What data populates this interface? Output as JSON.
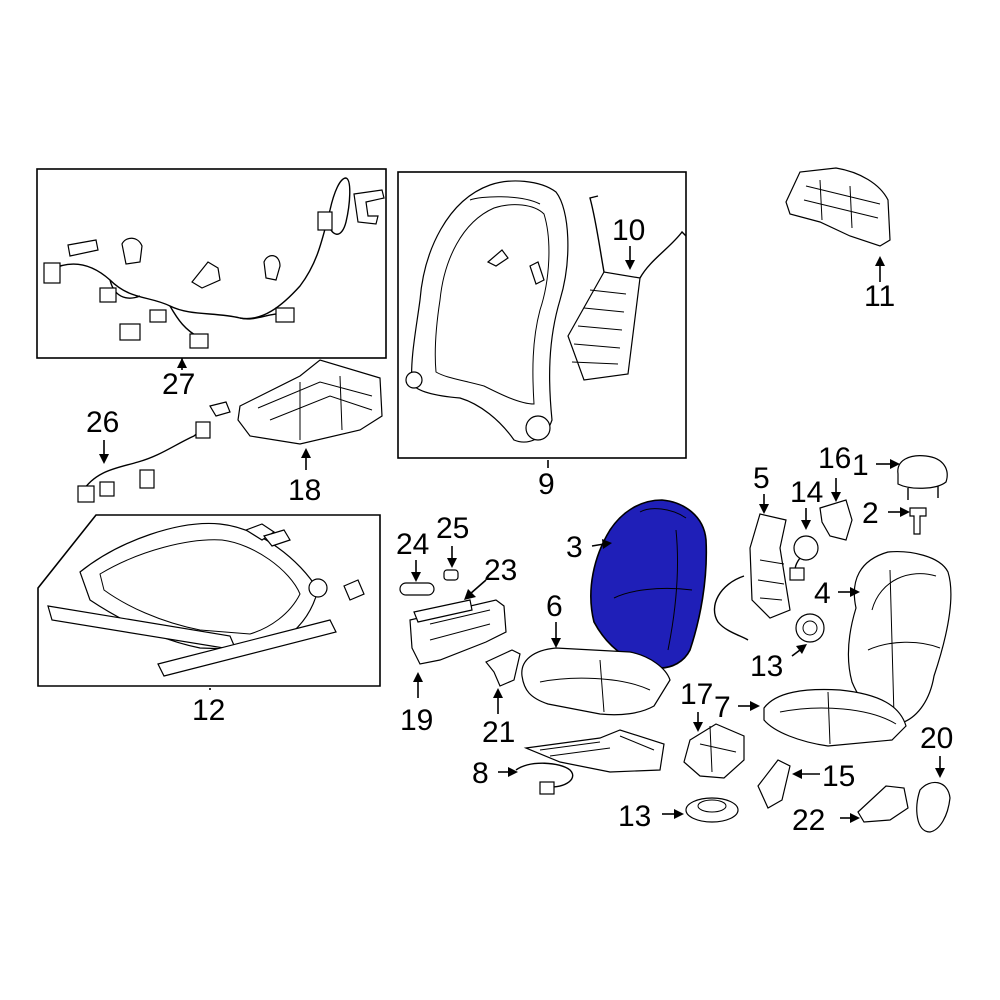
{
  "callouts": {
    "c1": "1",
    "c2": "2",
    "c3": "3",
    "c4": "4",
    "c5": "5",
    "c6": "6",
    "c7": "7",
    "c8": "8",
    "c9": "9",
    "c10": "10",
    "c11": "11",
    "c12": "12",
    "c13a": "13",
    "c13b": "13",
    "c14": "14",
    "c15": "15",
    "c16": "16",
    "c17": "17",
    "c18": "18",
    "c19": "19",
    "c20": "20",
    "c21": "21",
    "c22": "22",
    "c23": "23",
    "c24": "24",
    "c25": "25",
    "c26": "26",
    "c27": "27"
  },
  "colors": {
    "highlight": "#1f1fb8",
    "line": "#000000",
    "background": "#ffffff"
  },
  "highlighted_part": "3"
}
